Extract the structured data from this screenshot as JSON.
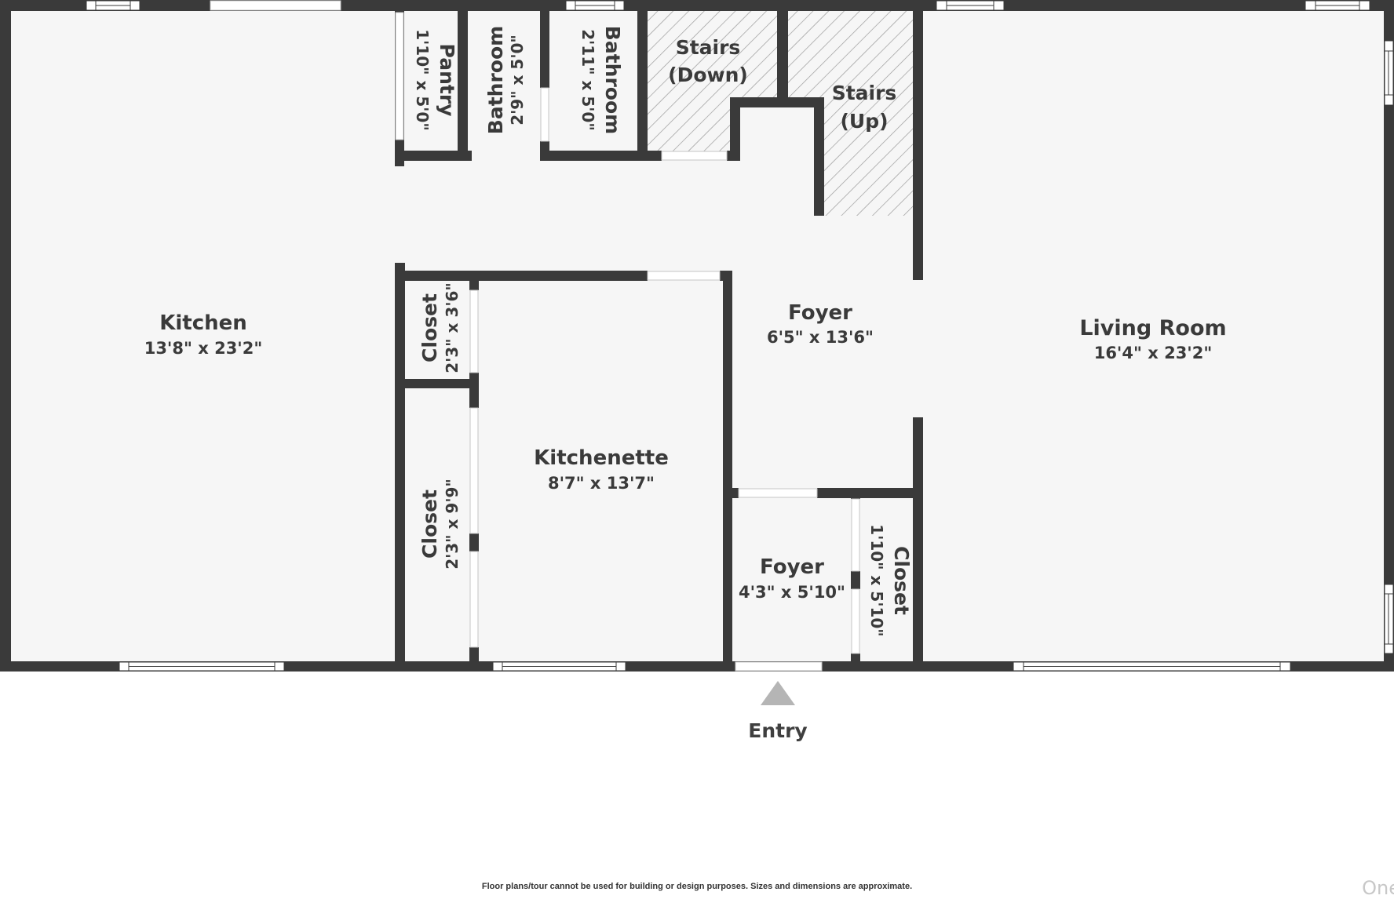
{
  "colors": {
    "wall": "#3a3a3a",
    "floor": "#f6f6f6",
    "background": "#ffffff",
    "opening": "#ffffff",
    "stairs_hatch": "#9a9a9a",
    "text": "#3a3a3a",
    "entry_arrow": "#b5b5b5"
  },
  "rooms": [
    {
      "id": "kitchen",
      "name": "Kitchen",
      "dims": "13'8\" x 23'2\""
    },
    {
      "id": "pantry",
      "name": "Pantry",
      "dims": "1'10\" x 5'0\""
    },
    {
      "id": "bathroom_1",
      "name": "Bathroom",
      "dims": "2'9\" x 5'0\""
    },
    {
      "id": "bathroom_2",
      "name": "Bathroom",
      "dims": "2'11\" x 5'0\""
    },
    {
      "id": "stairs_down",
      "name": "Stairs",
      "sub": "(Down)"
    },
    {
      "id": "stairs_up",
      "name": "Stairs",
      "sub": "(Up)"
    },
    {
      "id": "closet_1",
      "name": "Closet",
      "dims": "2'3\" x 3'6\""
    },
    {
      "id": "closet_2",
      "name": "Closet",
      "dims": "2'3\" x 9'9\""
    },
    {
      "id": "kitchenette",
      "name": "Kitchenette",
      "dims": "8'7\" x 13'7\""
    },
    {
      "id": "foyer_main",
      "name": "Foyer",
      "dims": "6'5\" x 13'6\""
    },
    {
      "id": "foyer_small",
      "name": "Foyer",
      "dims": "4'3\" x 5'10\""
    },
    {
      "id": "closet_3",
      "name": "Closet",
      "dims": "1'10\" x 5'10\""
    },
    {
      "id": "living_room",
      "name": "Living Room",
      "dims": "16'4\" x 23'2\""
    }
  ],
  "entry": {
    "label": "Entry",
    "icon": "triangle-up-arrow-icon"
  },
  "footer": {
    "disclaimer": "Floor plans/tour cannot be used for building or design purposes. Sizes and dimensions are approximate."
  },
  "brand": {
    "text": "One"
  }
}
